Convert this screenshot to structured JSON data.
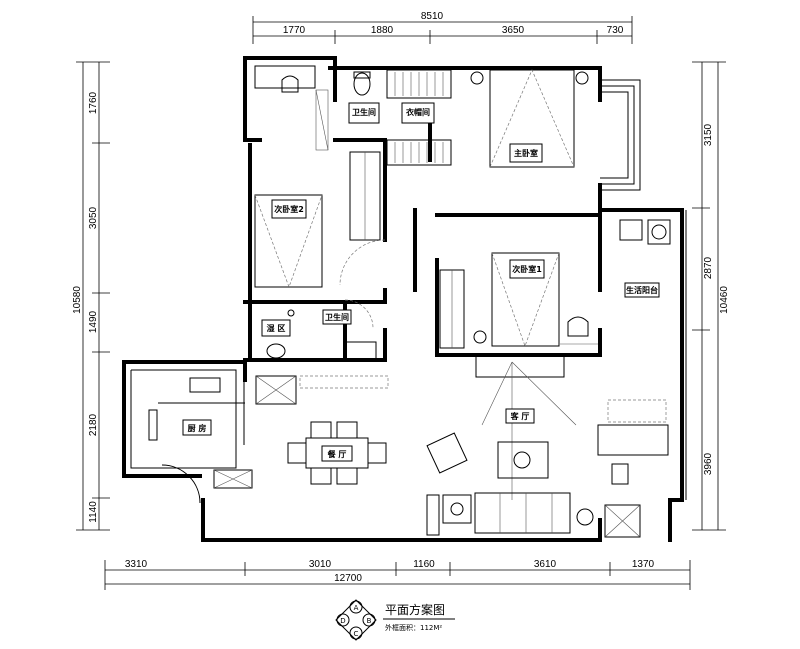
{
  "dimensions": {
    "top_total": "8510",
    "top": [
      "1770",
      "1880",
      "3650",
      "730"
    ],
    "left_total": "10580",
    "left": [
      "1760",
      "3050",
      "1490",
      "2180",
      "1140"
    ],
    "right_total": "10460",
    "right": [
      "3150",
      "2870",
      "3960"
    ],
    "bottom_total": "12700",
    "bottom": [
      "3310",
      "3010",
      "1160",
      "3610",
      "1370"
    ]
  },
  "rooms": {
    "bathroom_master": "卫生间",
    "walk_in_closet": "衣帽间",
    "master_bedroom": "主卧室",
    "second_bedroom_2": "次卧室2",
    "second_bedroom_1": "次卧室1",
    "bathroom": "卫生间",
    "wet_area": "湿 区",
    "utility_balcony": "生活阳台",
    "kitchen": "厨 房",
    "dining": "餐 厅",
    "living": "客 厅"
  },
  "legend": {
    "title": "平面方案图",
    "area_label": "外框面积：112M²",
    "compass": [
      "A",
      "B",
      "C",
      "D"
    ]
  }
}
